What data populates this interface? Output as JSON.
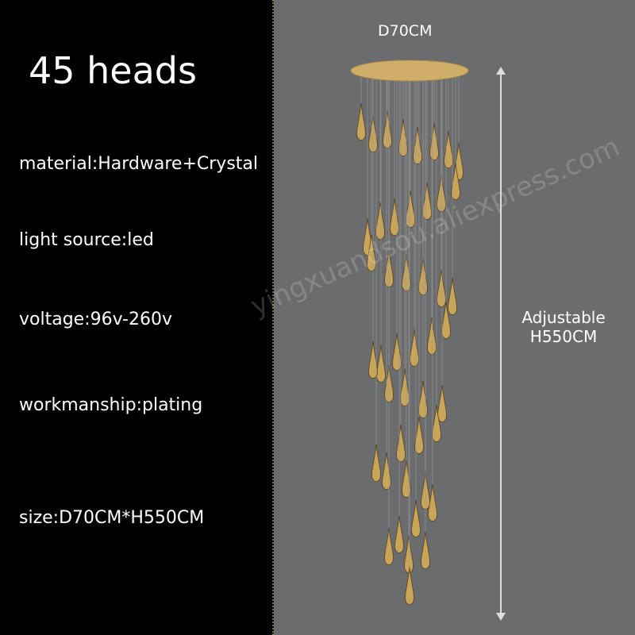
{
  "headline": "45 heads",
  "specs": {
    "material": "material:Hardware+Crystal",
    "light_source": "light source:led",
    "voltage": "voltage:96v-260v",
    "workmanship": "workmanship:plating",
    "size": "size:D70CM*H550CM"
  },
  "dimensions": {
    "diameter": "D70CM",
    "height_line1": "Adjustable",
    "height_line2": "H550CM"
  },
  "watermark": "yingxuandsou.aliexpress.com",
  "colors": {
    "left_panel": "#000000",
    "right_panel": "#6a6c6e",
    "gold": "#c9a55a"
  }
}
